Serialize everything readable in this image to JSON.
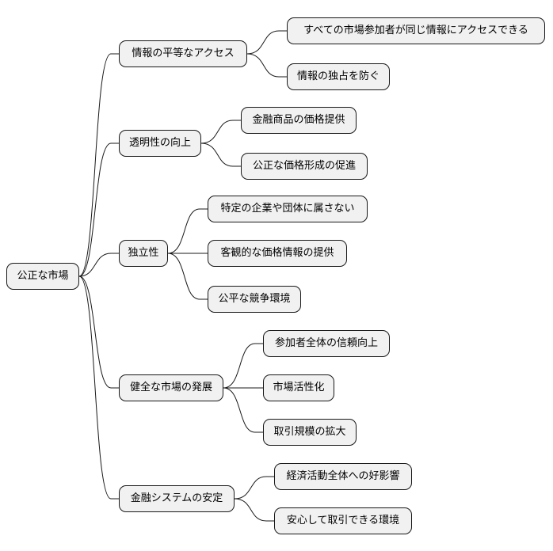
{
  "root": {
    "label": "公正な市場"
  },
  "branches": [
    {
      "label": "情報の平等なアクセス",
      "children": [
        "すべての市場参加者が同じ情報にアクセスできる",
        "情報の独占を防ぐ"
      ]
    },
    {
      "label": "透明性の向上",
      "children": [
        "金融商品の価格提供",
        "公正な価格形成の促進"
      ]
    },
    {
      "label": "独立性",
      "children": [
        "特定の企業や団体に属さない",
        "客観的な価格情報の提供",
        "公平な競争環境"
      ]
    },
    {
      "label": "健全な市場の発展",
      "children": [
        "参加者全体の信頼向上",
        "市場活性化",
        "取引規模の拡大"
      ]
    },
    {
      "label": "金融システムの安定",
      "children": [
        "経済活動全体への好影響",
        "安心して取引できる環境"
      ]
    }
  ]
}
